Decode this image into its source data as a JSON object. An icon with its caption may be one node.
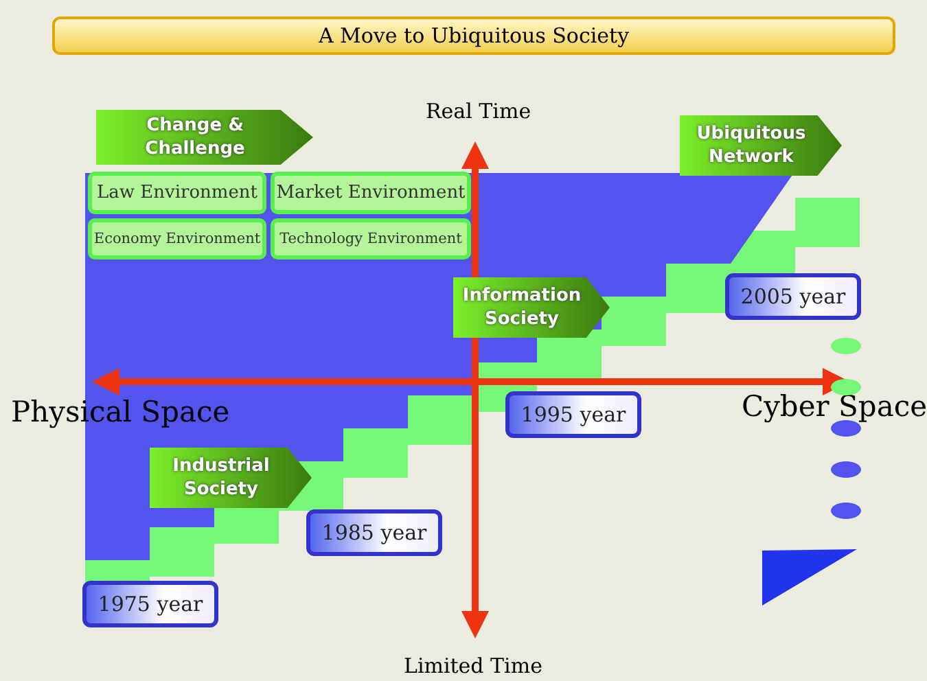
{
  "diagram": {
    "title": "A Move to Ubiquitous Society",
    "nodes": [
      {
        "text": [
          "Change & Challenge"
        ]
      },
      {
        "text": [
          "Law Environment"
        ]
      },
      {
        "text": [
          "Market Environment"
        ]
      },
      {
        "text": [
          "Economy Environment"
        ]
      },
      {
        "text": [
          "Technology Environment"
        ]
      },
      {
        "text": [
          "Ubiquitous Network"
        ]
      },
      {
        "text": [
          "Information Society"
        ]
      },
      {
        "text": [
          "Industrial Society"
        ]
      },
      {
        "text": [
          "2005 year"
        ]
      },
      {
        "text": [
          "1995 year"
        ]
      },
      {
        "text": [
          "1985 year"
        ]
      },
      {
        "text": [
          "1975 year"
        ]
      }
    ],
    "edges": [],
    "labels": [
      "Real Time",
      "Physical Space",
      "Cyber Space",
      "Limited Time"
    ]
  }
}
